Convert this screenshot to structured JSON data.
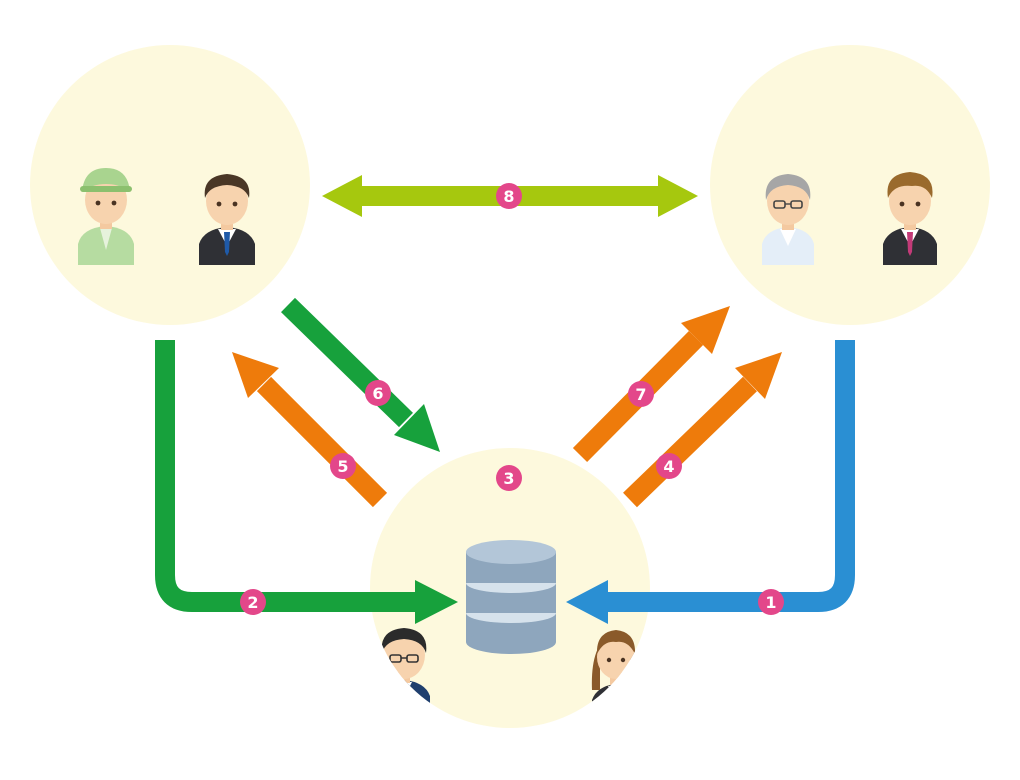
{
  "colors": {
    "circle_fill": "#fdf9dd",
    "badge": "#e3478a",
    "green_dark": "#17a13c",
    "green_lime": "#a6c80e",
    "orange": "#ee7b0b",
    "blue": "#2a8fd3",
    "db_body": "#8ea6bd",
    "db_top": "#b3c6d8",
    "db_band": "#d6e2ec"
  },
  "badges": [
    {
      "id": "1",
      "label": "1"
    },
    {
      "id": "2",
      "label": "2"
    },
    {
      "id": "3",
      "label": "3"
    },
    {
      "id": "4",
      "label": "4"
    },
    {
      "id": "5",
      "label": "5"
    },
    {
      "id": "6",
      "label": "6"
    },
    {
      "id": "7",
      "label": "7"
    },
    {
      "id": "8",
      "label": "8"
    }
  ],
  "icons": {
    "database": "database-icon",
    "people": [
      "worker-cap-icon",
      "businessman-blue-tie-icon",
      "elder-glasses-icon",
      "businessman-pink-tie-icon",
      "staff-glasses-icon",
      "staff-woman-icon"
    ]
  }
}
